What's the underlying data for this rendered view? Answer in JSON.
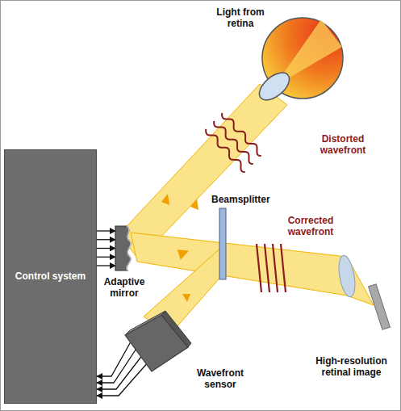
{
  "diagram": {
    "nodes": [
      {
        "text": [
          "Control system"
        ]
      },
      {
        "text": [
          "Adaptive mirror"
        ]
      },
      {
        "text": [
          "Wavefront sensor"
        ]
      }
    ],
    "edges": [
      {
        "from": 0,
        "to": 1,
        "arrow": "to"
      },
      {
        "from": 2,
        "to": 0,
        "arrow": "to"
      }
    ],
    "labels": [
      "Light from retina",
      "Distorted wavefront",
      "Beamsplitter",
      "Corrected wavefront",
      "High-resolution retinal image"
    ]
  }
}
